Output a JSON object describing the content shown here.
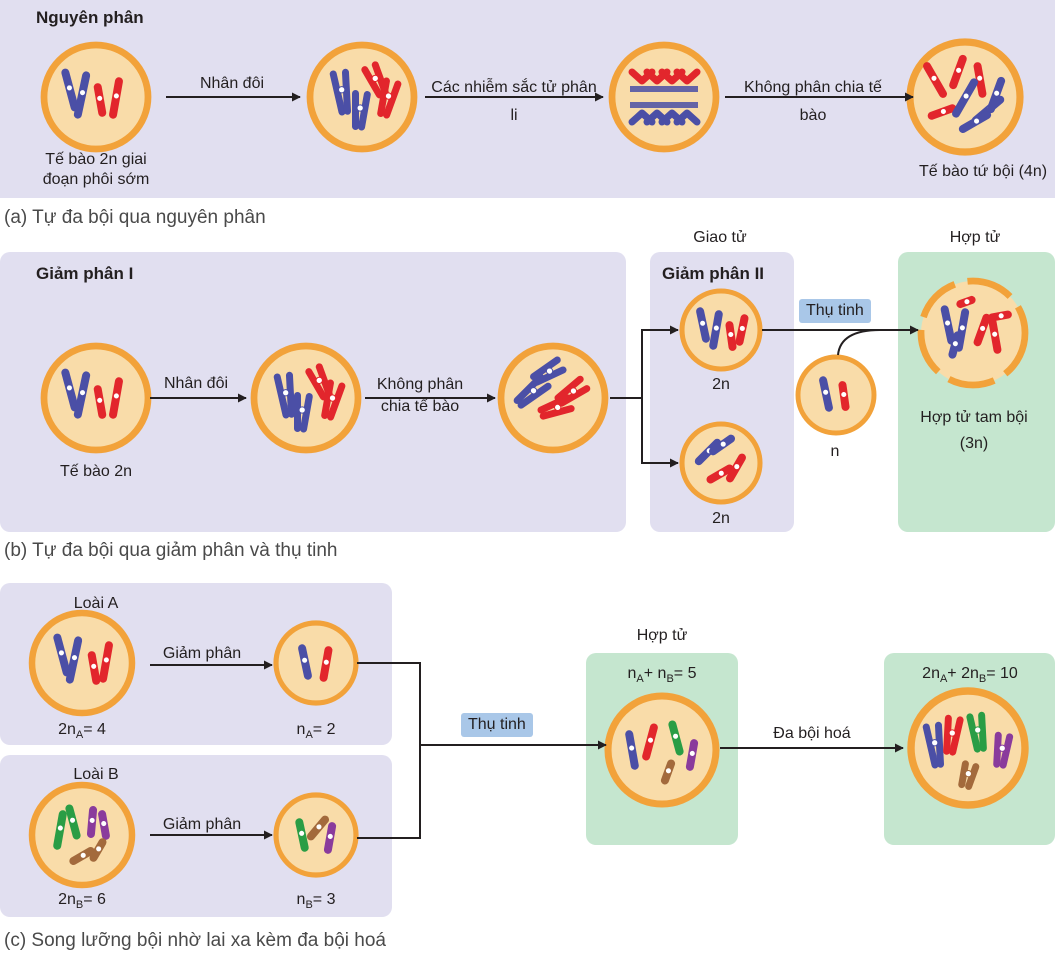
{
  "section_a": {
    "title": "Nguyên phân",
    "cell_start_label": "Tế bào 2n giai đoạn phôi sớm",
    "arrow_1": "Nhân đôi",
    "arrow_2": "Các nhiễm sắc tử phân li",
    "arrow_3": "Không phân chia tế bào",
    "cell_end_label": "Tế bào tứ bội (4n)",
    "caption": "(a) Tự đa bội qua nguyên phân"
  },
  "section_b": {
    "title_meiosis_1": "Giảm phân I",
    "title_gamete": "Giao tử",
    "title_meiosis_2": "Giảm phân II",
    "title_zygote": "Hợp tử",
    "cell_start_label": "Tế bào 2n",
    "arrow_1": "Nhân đôi",
    "arrow_2": "Không phân chia tế bào",
    "gamete_top_label": "2n",
    "gamete_bottom_label": "2n",
    "fertilization_tag": "Thụ tinh",
    "n_gamete_label": "n",
    "zygote_label": "Hợp tử tam bội (3n)",
    "caption": "(b) Tự đa bội qua giảm phân và thụ tinh"
  },
  "section_c": {
    "species_a_title": "Loài A",
    "species_b_title": "Loài B",
    "meiosis_a": "Giảm phân",
    "meiosis_b": "Giảm phân",
    "a_2n": "2n",
    "a_2n_sub": "A",
    "a_2n_val": "= 4",
    "a_n": "n",
    "a_n_sub": "A",
    "a_n_val": "= 2",
    "b_2n": "2n",
    "b_2n_sub": "B",
    "b_2n_val": "= 6",
    "b_n": "n",
    "b_n_sub": "B",
    "b_n_val": "= 3",
    "fertilization_tag": "Thụ tinh",
    "zygote_title": "Hợp tử",
    "zygote_formula": [
      "n",
      "A",
      "+ n",
      "B",
      "= 5"
    ],
    "polyploidy_arrow": "Đa bội hoá",
    "final_formula": [
      "2n",
      "A",
      "+ 2n",
      "B",
      "= 10"
    ],
    "caption": "(c) Song lưỡng bội nhờ lai xa kèm đa bội hoá"
  },
  "colors": {
    "panel_purple": "#e1dff0",
    "panel_green": "#c5e6cf",
    "cell_fill": "#f9dca9",
    "cell_ring": "#f2a23a",
    "chrom_blue": "#4b4fa6",
    "chrom_red": "#e2262c",
    "chrom_green": "#2a9d45",
    "chrom_purple": "#8a3b9c",
    "chrom_brown": "#a36a3c",
    "tag_blue": "#a9c7e8"
  }
}
